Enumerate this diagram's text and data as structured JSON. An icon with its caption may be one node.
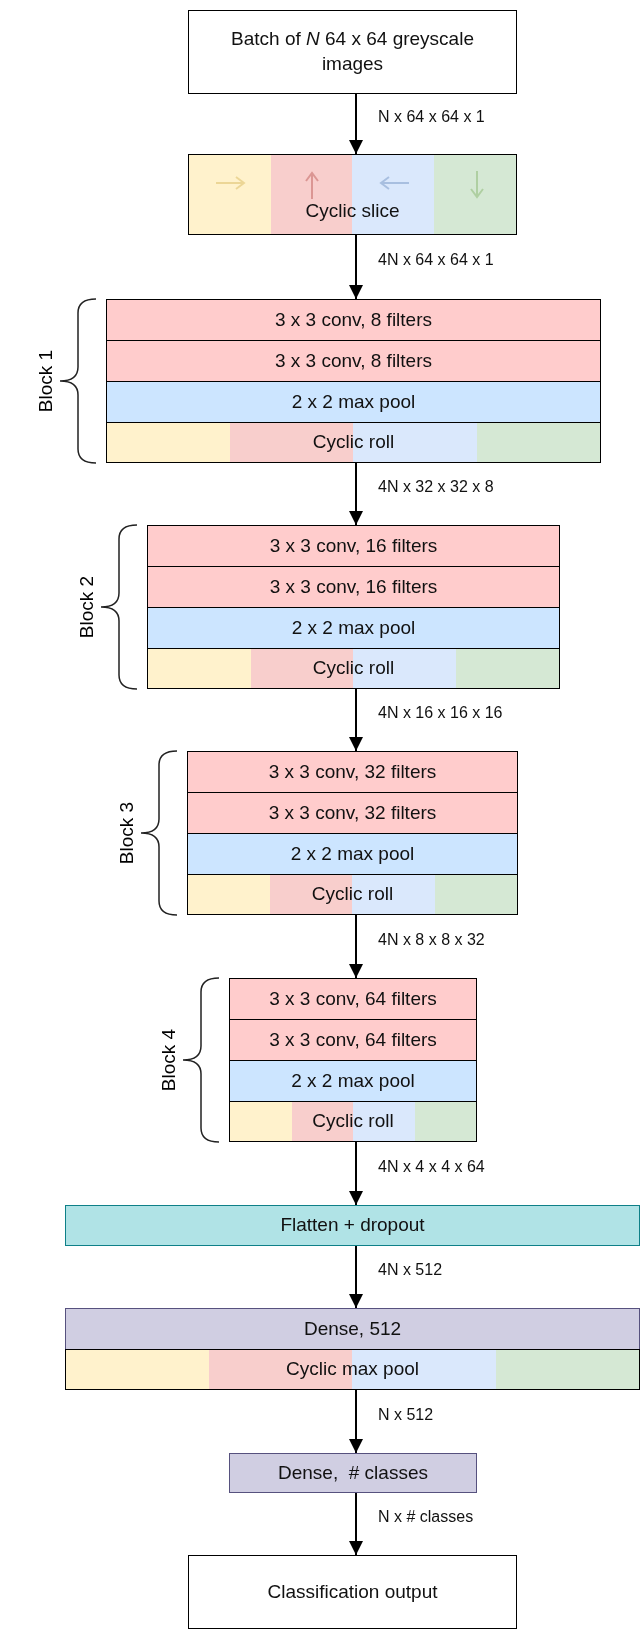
{
  "diagram": {
    "nodes": [
      {
        "text": [
          "Batch of *N* 64 x 64 greyscale images"
        ]
      },
      {
        "text": [
          "Cyclic slice"
        ]
      },
      {
        "text": [
          "3 x 3 conv, 8 filters"
        ]
      },
      {
        "text": [
          "3 x 3 conv, 8 filters"
        ]
      },
      {
        "text": [
          "2 x 2 max pool"
        ]
      },
      {
        "text": [
          "Cyclic roll"
        ]
      },
      {
        "text": [
          "3 x 3 conv, 16 filters"
        ]
      },
      {
        "text": [
          "3 x 3 conv, 16 filters"
        ]
      },
      {
        "text": [
          "2 x 2 max pool"
        ]
      },
      {
        "text": [
          "Cyclic roll"
        ]
      },
      {
        "text": [
          "3 x 3 conv, 32 filters"
        ]
      },
      {
        "text": [
          "3 x 3 conv, 32 filters"
        ]
      },
      {
        "text": [
          "2 x 2 max pool"
        ]
      },
      {
        "text": [
          "Cyclic roll"
        ]
      },
      {
        "text": [
          "3 x 3 conv, 64 filters"
        ]
      },
      {
        "text": [
          "3 x 3 conv, 64 filters"
        ]
      },
      {
        "text": [
          "2 x 2 max pool"
        ]
      },
      {
        "text": [
          "Cyclic roll"
        ]
      },
      {
        "text": [
          "Flatten + dropout"
        ]
      },
      {
        "text": [
          "Dense, 512"
        ]
      },
      {
        "text": [
          "Cyclic max pool"
        ]
      },
      {
        "text": [
          "Dense,  # classes"
        ]
      },
      {
        "text": [
          "Classification output"
        ]
      }
    ],
    "edges": [
      {
        "from": 0,
        "to": 1,
        "arrow": "to",
        "label": "N x 64 x 64 x 1"
      },
      {
        "from": 1,
        "to": 2,
        "arrow": "to",
        "label": "4N x 64 x 64 x 1"
      },
      {
        "from": 5,
        "to": 6,
        "arrow": "to",
        "label": "4N x 32 x 32 x 8"
      },
      {
        "from": 9,
        "to": 10,
        "arrow": "to",
        "label": "4N x 16 x 16 x 16"
      },
      {
        "from": 13,
        "to": 14,
        "arrow": "to",
        "label": "4N x 8 x 8 x 32"
      },
      {
        "from": 17,
        "to": 18,
        "arrow": "to",
        "label": "4N x 4 x 4 x 64"
      },
      {
        "from": 18,
        "to": 19,
        "arrow": "to",
        "label": "4N x 512"
      },
      {
        "from": 20,
        "to": 21,
        "arrow": "to",
        "label": "N x 512"
      },
      {
        "from": 21,
        "to": 22,
        "arrow": "to",
        "label": "N x # classes"
      }
    ],
    "labels": [
      "Block 1",
      "Block 2",
      "Block 3",
      "Block 4"
    ]
  }
}
